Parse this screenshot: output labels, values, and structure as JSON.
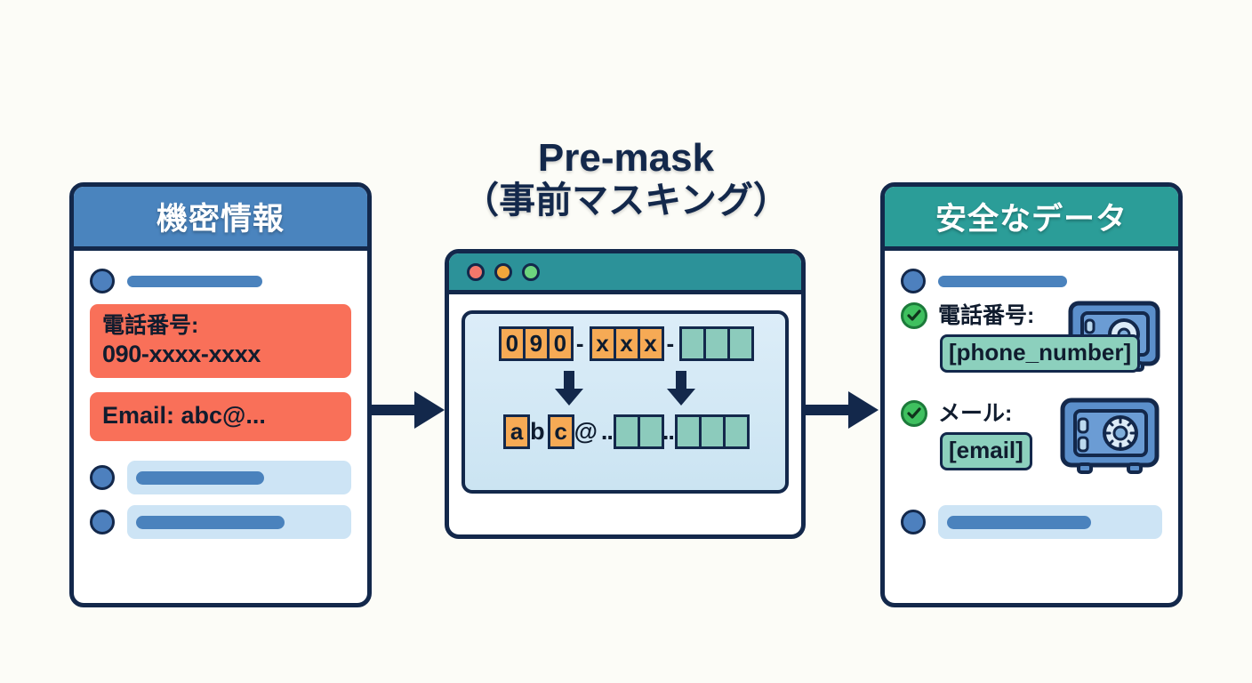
{
  "background_color": "#FCFCF7",
  "theme": {
    "outline": "#13284B",
    "blue_header": "#4A84BE",
    "teal_header": "#2B9D98",
    "alert_red": "#F97059",
    "token_green": "#8CD0BD",
    "mask_orange": "#F6AA55",
    "mask_teal": "#8CCBBC",
    "check_green": "#3FC05F",
    "arrow_navy": "#13284B"
  },
  "center_title": {
    "line1": "Pre-mask",
    "line2": "（事前マスキング）"
  },
  "left_card": {
    "header": "機密情報",
    "alerts": [
      {
        "line1": "電話番号:",
        "line2": "090-xxxx-xxxx"
      },
      {
        "line1": "Email: abc@..."
      }
    ]
  },
  "mid_window": {
    "traffic_lights": [
      "red",
      "amber",
      "green"
    ],
    "row_top": [
      {
        "type": "group",
        "cells": [
          {
            "char": "0",
            "style": "orange"
          },
          {
            "char": "9",
            "style": "orange"
          },
          {
            "char": "0",
            "style": "orange"
          }
        ]
      },
      {
        "type": "sep",
        "char": "-"
      },
      {
        "type": "group",
        "cells": [
          {
            "char": "x",
            "style": "orange"
          },
          {
            "char": "x",
            "style": "orange"
          },
          {
            "char": "x",
            "style": "orange"
          }
        ]
      },
      {
        "type": "sep",
        "char": "-"
      },
      {
        "type": "group",
        "cells": [
          {
            "char": "",
            "style": "teal"
          },
          {
            "char": "",
            "style": "teal"
          },
          {
            "char": "",
            "style": "teal"
          }
        ]
      }
    ],
    "row_bottom": [
      {
        "type": "group",
        "cells": [
          {
            "char": "a",
            "style": "orange"
          }
        ]
      },
      {
        "type": "plain",
        "char": "b"
      },
      {
        "type": "group",
        "cells": [
          {
            "char": "c",
            "style": "orange"
          }
        ]
      },
      {
        "type": "plain",
        "char": "@"
      },
      {
        "type": "dots",
        "char": ".."
      },
      {
        "type": "group",
        "cells": [
          {
            "char": "",
            "style": "teal"
          },
          {
            "char": "",
            "style": "teal"
          }
        ]
      },
      {
        "type": "dots",
        "char": ".."
      },
      {
        "type": "group",
        "cells": [
          {
            "char": "",
            "style": "teal"
          },
          {
            "char": "",
            "style": "teal"
          },
          {
            "char": "",
            "style": "teal"
          }
        ]
      }
    ],
    "arrow_count": 2
  },
  "right_card": {
    "header": "安全なデータ",
    "secure_items": [
      {
        "label": "電話番号:",
        "token": "[phone_number]"
      },
      {
        "label": "メール:",
        "token": "[email]"
      }
    ]
  },
  "icons": {
    "safe": "safe-vault-icon",
    "check": "check-circle-icon",
    "flow_arrow": "right-arrow-icon",
    "mask_arrow": "down-arrow-icon"
  }
}
